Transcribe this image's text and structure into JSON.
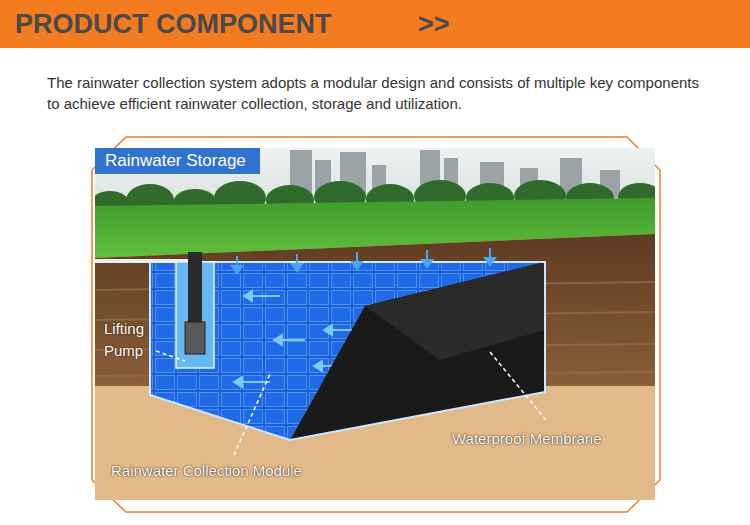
{
  "diagram": {
    "title": "PRODUCT COMPONENT",
    "nodes": [
      {
        "text": [
          "Rainwater Storage"
        ]
      }
    ],
    "labels": [
      ">>",
      "The rainwater collection system adopts a modular design and consists of multiple key components to achieve efficient rainwater collection, storage and utilization.",
      "Lifting Pump",
      "Rainwater Collection Module",
      "Waterproof Membrane"
    ]
  }
}
